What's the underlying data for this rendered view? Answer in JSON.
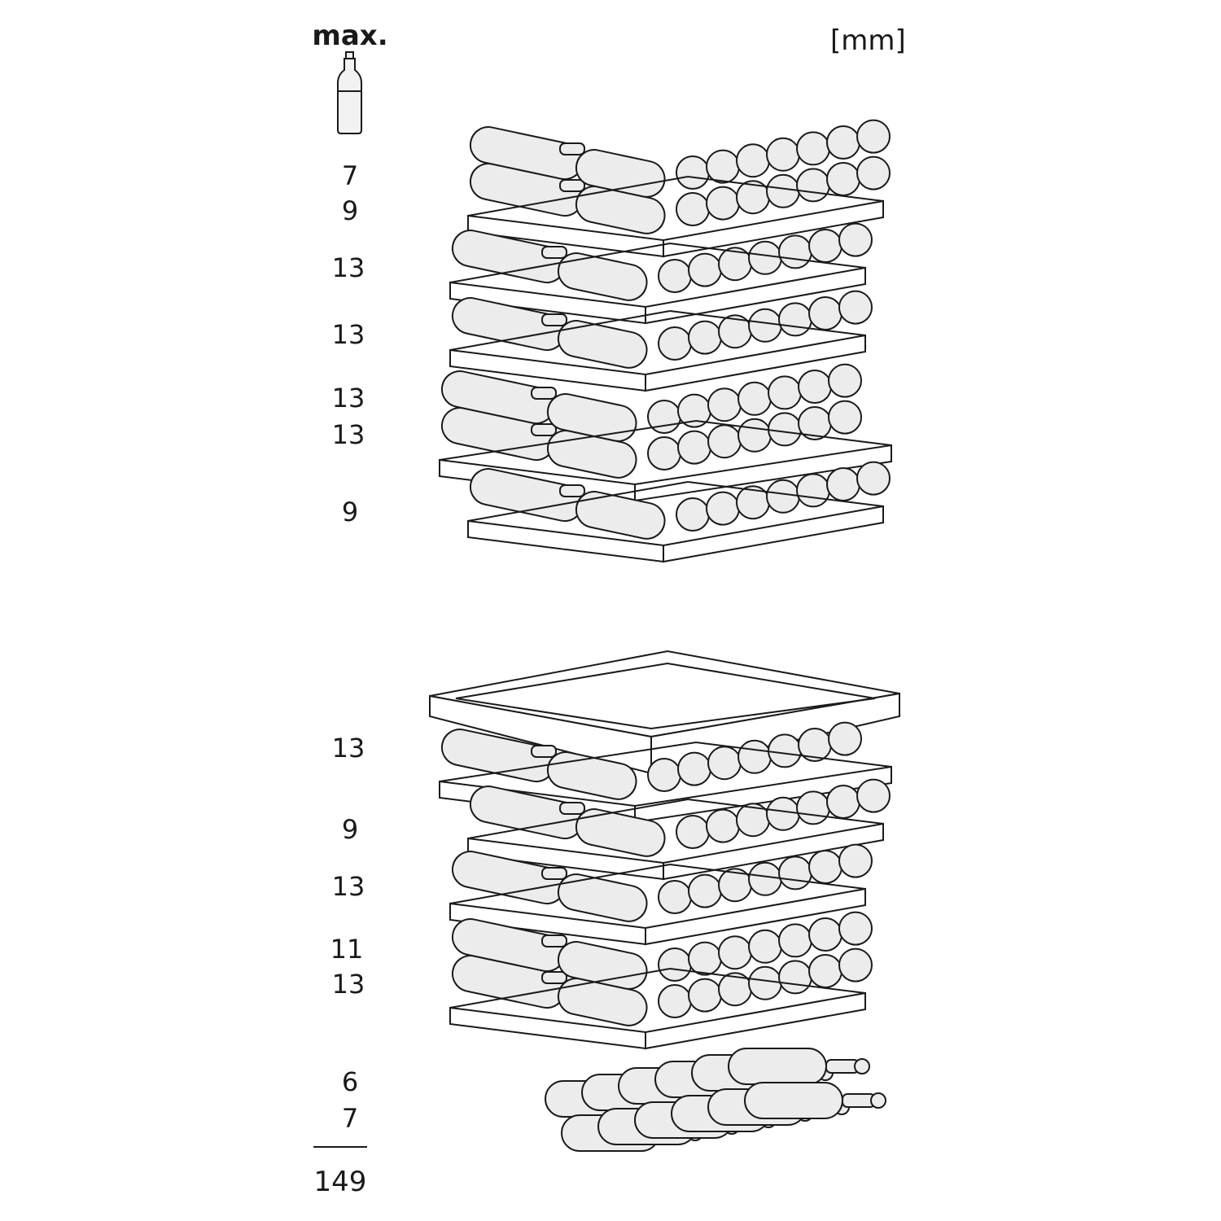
{
  "header": {
    "max_label": "max.",
    "unit_label": "[mm]",
    "icon": "wine-bottle-icon"
  },
  "upper_unit": {
    "counts": [
      "7",
      "9",
      "13",
      "13",
      "13",
      "13",
      "9"
    ]
  },
  "lower_unit": {
    "counts": [
      "13",
      "9",
      "13",
      "11",
      "13",
      "6",
      "7"
    ]
  },
  "total": "149",
  "colors": {
    "line": "#1a1a1a",
    "fill": "#ececec",
    "bg": "#ffffff"
  }
}
